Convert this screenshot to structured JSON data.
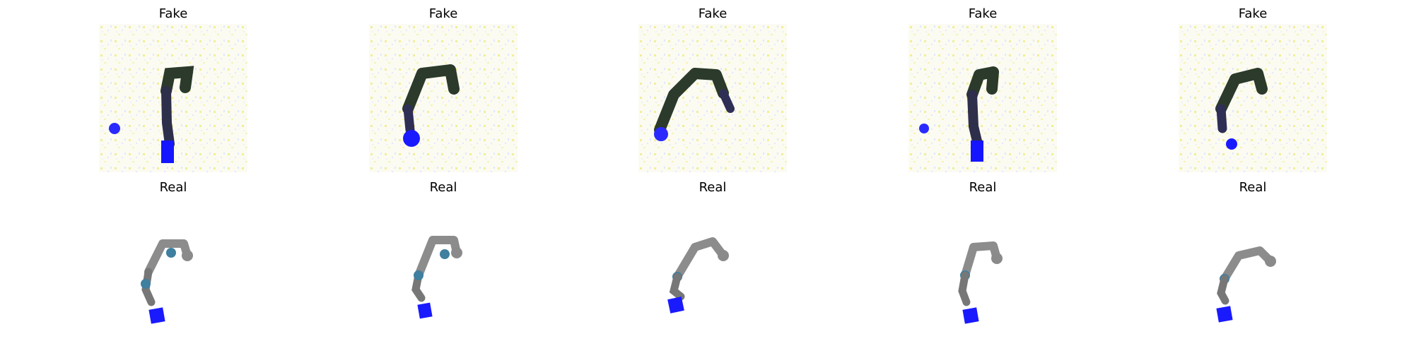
{
  "columns": [
    {
      "fake_title": "Fake",
      "real_title": "Real"
    },
    {
      "fake_title": "Fake",
      "real_title": "Real"
    },
    {
      "fake_title": "Fake",
      "real_title": "Real"
    },
    {
      "fake_title": "Fake",
      "real_title": "Real"
    },
    {
      "fake_title": "Fake",
      "real_title": "Real"
    }
  ],
  "colors": {
    "arm_gray": "#8c8c8c",
    "arm_joint": "#3f7f9f",
    "cube_blue": "#1a1aff",
    "noise_yellow": "#f5f0a0",
    "noise_dark": "#2f3f2a"
  }
}
